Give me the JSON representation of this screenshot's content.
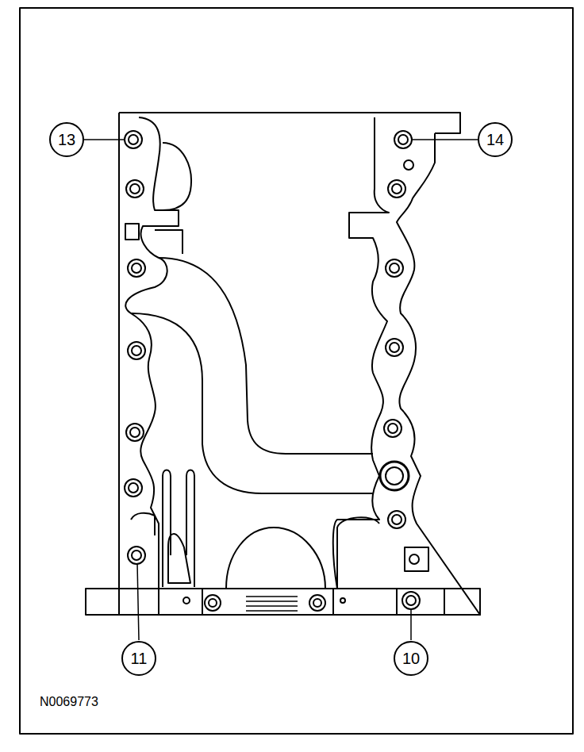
{
  "diagram": {
    "nodes": [
      {
        "text": [
          "13"
        ]
      },
      {
        "text": [
          "14"
        ]
      },
      {
        "text": [
          "11"
        ]
      },
      {
        "text": [
          "10"
        ]
      }
    ],
    "labels": [
      "N0069773"
    ]
  }
}
